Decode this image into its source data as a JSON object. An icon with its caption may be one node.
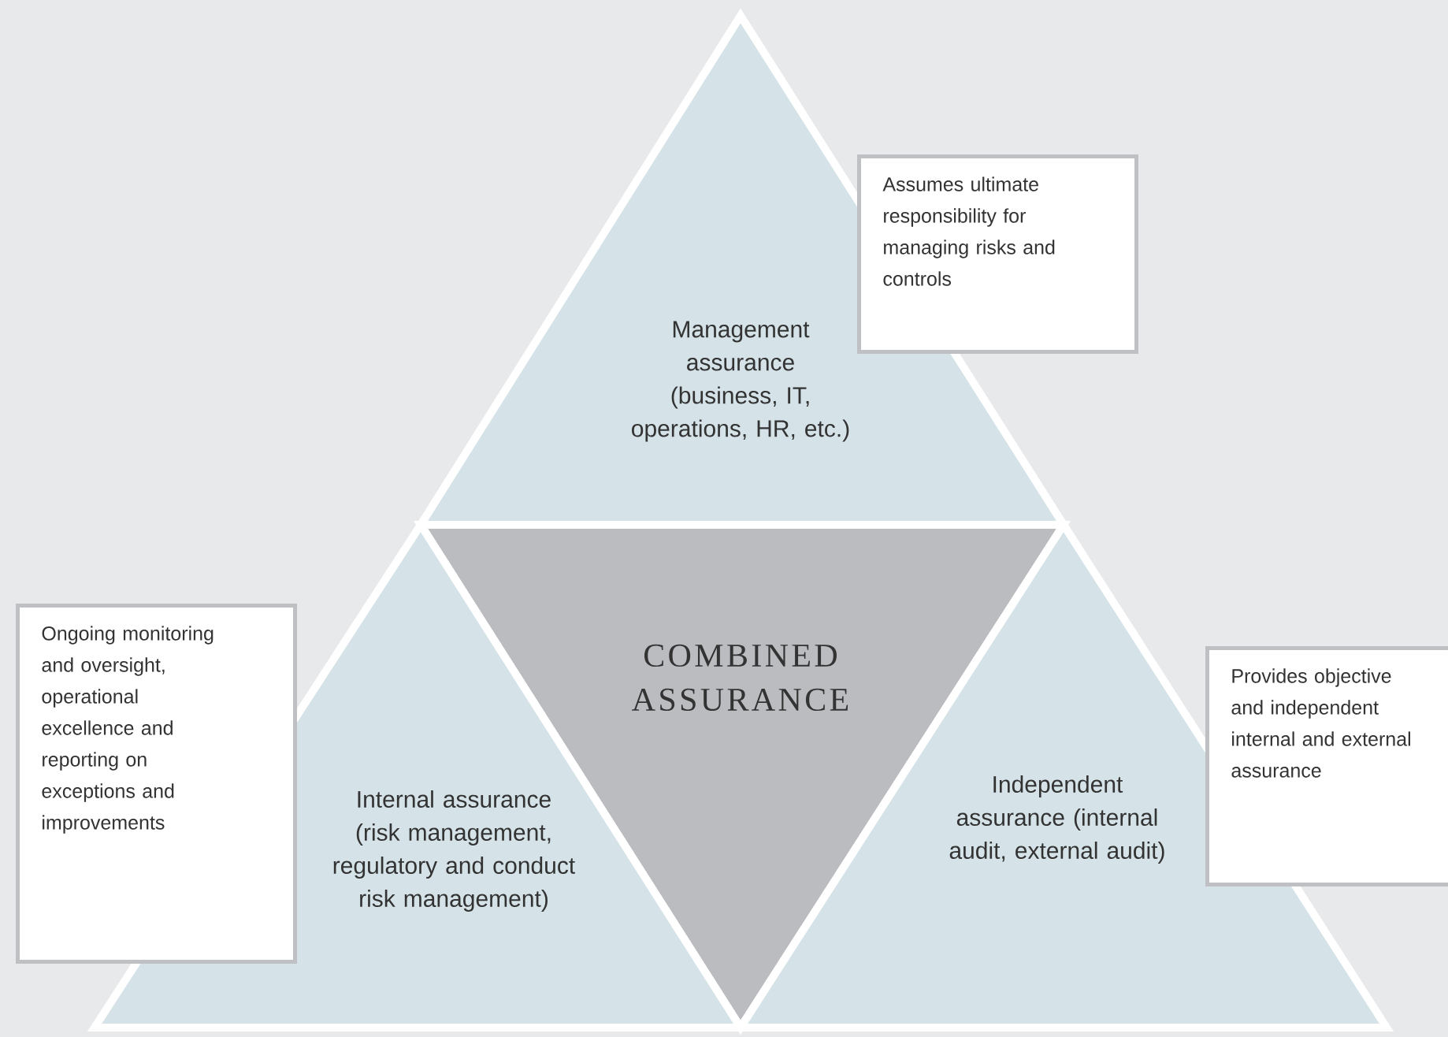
{
  "diagram": {
    "nodes": [
      {
        "text": [
          "Management assurance (business, IT, operations, HR, etc.)"
        ]
      },
      {
        "text": [
          "Assumes ultimate responsibility for managing risks and controls"
        ]
      },
      {
        "text": [
          "Ongoing monitoring and oversight, operational excellence and reporting on exceptions and improvements"
        ]
      },
      {
        "text": [
          "COMBINED ASSURANCE"
        ]
      },
      {
        "text": [
          "Internal assurance (risk management, regulatory and conduct risk management)"
        ]
      },
      {
        "text": [
          "Independent assurance (internal audit, external audit)"
        ]
      },
      {
        "text": [
          "Provides objective and independent internal and external assurance"
        ]
      }
    ]
  }
}
